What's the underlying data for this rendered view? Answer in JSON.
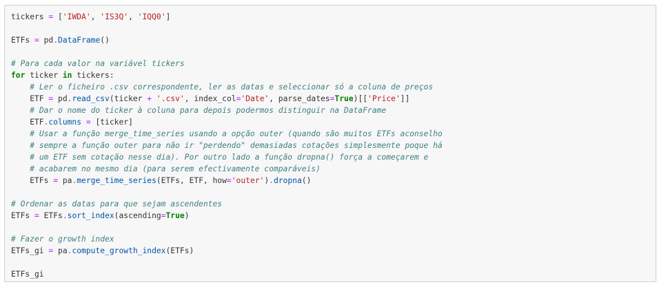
{
  "colors": {
    "default": "#333333",
    "comment": "#408080",
    "keyword": "#008000",
    "operator": "#aa22ff",
    "string": "#ba2121",
    "attribute": "#0055aa",
    "boolean": "#008000",
    "cell_background": "#f7f7f7",
    "cell_border": "#cfcfcf"
  },
  "code_lines": [
    [
      {
        "t": "tickers ",
        "c": "n"
      },
      {
        "t": "=",
        "c": "op"
      },
      {
        "t": " [",
        "c": "n"
      },
      {
        "t": "'IWDA'",
        "c": "s"
      },
      {
        "t": ", ",
        "c": "n"
      },
      {
        "t": "'IS3Q'",
        "c": "s"
      },
      {
        "t": ", ",
        "c": "n"
      },
      {
        "t": "'IQQ0'",
        "c": "s"
      },
      {
        "t": "]",
        "c": "n"
      }
    ],
    [],
    [
      {
        "t": "ETFs ",
        "c": "n"
      },
      {
        "t": "=",
        "c": "op"
      },
      {
        "t": " pd",
        "c": "n"
      },
      {
        "t": ".",
        "c": "op"
      },
      {
        "t": "DataFrame",
        "c": "attr"
      },
      {
        "t": "()",
        "c": "n"
      }
    ],
    [],
    [
      {
        "t": "# Para cada valor na variável tickers",
        "c": "cm"
      }
    ],
    [
      {
        "t": "for",
        "c": "kw"
      },
      {
        "t": " ticker ",
        "c": "n"
      },
      {
        "t": "in",
        "c": "kw"
      },
      {
        "t": " tickers:",
        "c": "n"
      }
    ],
    [
      {
        "t": "    ",
        "c": "n"
      },
      {
        "t": "# Ler o ficheiro .csv correspondente, ler as datas e seleccionar só a coluna de preços",
        "c": "cm"
      }
    ],
    [
      {
        "t": "    ETF ",
        "c": "n"
      },
      {
        "t": "=",
        "c": "op"
      },
      {
        "t": " pd",
        "c": "n"
      },
      {
        "t": ".",
        "c": "op"
      },
      {
        "t": "read_csv",
        "c": "attr"
      },
      {
        "t": "(ticker ",
        "c": "n"
      },
      {
        "t": "+",
        "c": "op"
      },
      {
        "t": " ",
        "c": "n"
      },
      {
        "t": "'.csv'",
        "c": "s"
      },
      {
        "t": ", index_col",
        "c": "n"
      },
      {
        "t": "=",
        "c": "op"
      },
      {
        "t": "'Date'",
        "c": "s"
      },
      {
        "t": ", parse_dates",
        "c": "n"
      },
      {
        "t": "=",
        "c": "op"
      },
      {
        "t": "True",
        "c": "bool"
      },
      {
        "t": ")[[",
        "c": "n"
      },
      {
        "t": "'Price'",
        "c": "s"
      },
      {
        "t": "]]",
        "c": "n"
      }
    ],
    [
      {
        "t": "    ",
        "c": "n"
      },
      {
        "t": "# Dar o nome do ticker à coluna para depois podermos distinguir na DataFrame",
        "c": "cm"
      }
    ],
    [
      {
        "t": "    ETF",
        "c": "n"
      },
      {
        "t": ".",
        "c": "op"
      },
      {
        "t": "columns",
        "c": "attr"
      },
      {
        "t": " ",
        "c": "n"
      },
      {
        "t": "=",
        "c": "op"
      },
      {
        "t": " [ticker]",
        "c": "n"
      }
    ],
    [
      {
        "t": "    ",
        "c": "n"
      },
      {
        "t": "# Usar a função merge_time_series usando a opção outer (quando são muitos ETFs aconselho",
        "c": "cm"
      }
    ],
    [
      {
        "t": "    ",
        "c": "n"
      },
      {
        "t": "# sempre a função outer para não ir \"perdendo\" demasiadas cotações simplesmente poque há",
        "c": "cm"
      }
    ],
    [
      {
        "t": "    ",
        "c": "n"
      },
      {
        "t": "# um ETF sem cotação nesse dia). Por outro lado a função dropna() força a começarem e",
        "c": "cm"
      }
    ],
    [
      {
        "t": "    ",
        "c": "n"
      },
      {
        "t": "# acabarem no mesmo dia (para serem efectivamente comparáveis)",
        "c": "cm"
      }
    ],
    [
      {
        "t": "    ETFs ",
        "c": "n"
      },
      {
        "t": "=",
        "c": "op"
      },
      {
        "t": " pa",
        "c": "n"
      },
      {
        "t": ".",
        "c": "op"
      },
      {
        "t": "merge_time_series",
        "c": "attr"
      },
      {
        "t": "(ETFs, ETF, how",
        "c": "n"
      },
      {
        "t": "=",
        "c": "op"
      },
      {
        "t": "'outer'",
        "c": "s"
      },
      {
        "t": ")",
        "c": "n"
      },
      {
        "t": ".",
        "c": "op"
      },
      {
        "t": "dropna",
        "c": "attr"
      },
      {
        "t": "()",
        "c": "n"
      }
    ],
    [],
    [
      {
        "t": "# Ordenar as datas para que sejam ascendentes",
        "c": "cm"
      }
    ],
    [
      {
        "t": "ETFs ",
        "c": "n"
      },
      {
        "t": "=",
        "c": "op"
      },
      {
        "t": " ETFs",
        "c": "n"
      },
      {
        "t": ".",
        "c": "op"
      },
      {
        "t": "sort_index",
        "c": "attr"
      },
      {
        "t": "(ascending",
        "c": "n"
      },
      {
        "t": "=",
        "c": "op"
      },
      {
        "t": "True",
        "c": "bool"
      },
      {
        "t": ")",
        "c": "n"
      }
    ],
    [],
    [
      {
        "t": "# Fazer o growth index",
        "c": "cm"
      }
    ],
    [
      {
        "t": "ETFs_gi ",
        "c": "n"
      },
      {
        "t": "=",
        "c": "op"
      },
      {
        "t": " pa",
        "c": "n"
      },
      {
        "t": ".",
        "c": "op"
      },
      {
        "t": "compute_growth_index",
        "c": "attr"
      },
      {
        "t": "(ETFs)",
        "c": "n"
      }
    ],
    [],
    [
      {
        "t": "ETFs_gi",
        "c": "n"
      }
    ]
  ]
}
